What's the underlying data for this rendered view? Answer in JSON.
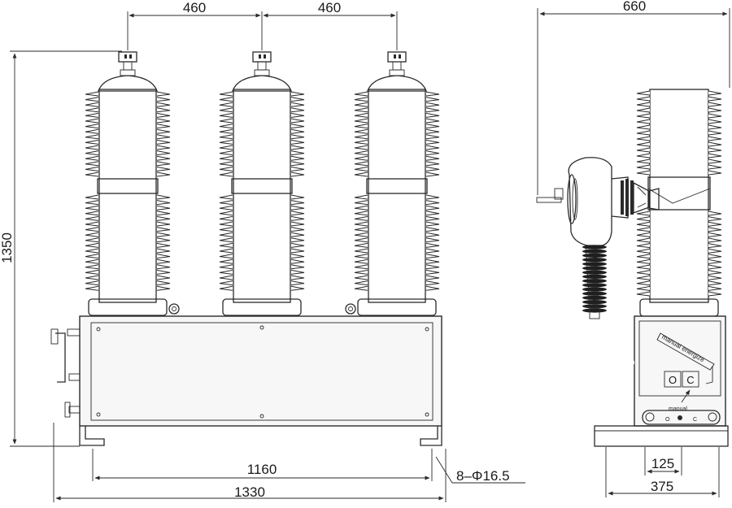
{
  "front_view": {
    "pitch_left": "460",
    "pitch_right": "460",
    "height": "1350",
    "mount_span": "1160",
    "overall_width": "1330",
    "holes": "8–Φ16.5"
  },
  "side_view": {
    "depth": "660",
    "panel_label": "manual energize",
    "indicator_open": "O",
    "indicator_close": "C",
    "manual_label": "manual",
    "lever_left": "O",
    "lever_right": "C",
    "base_inner": "125",
    "base_outer": "375"
  }
}
